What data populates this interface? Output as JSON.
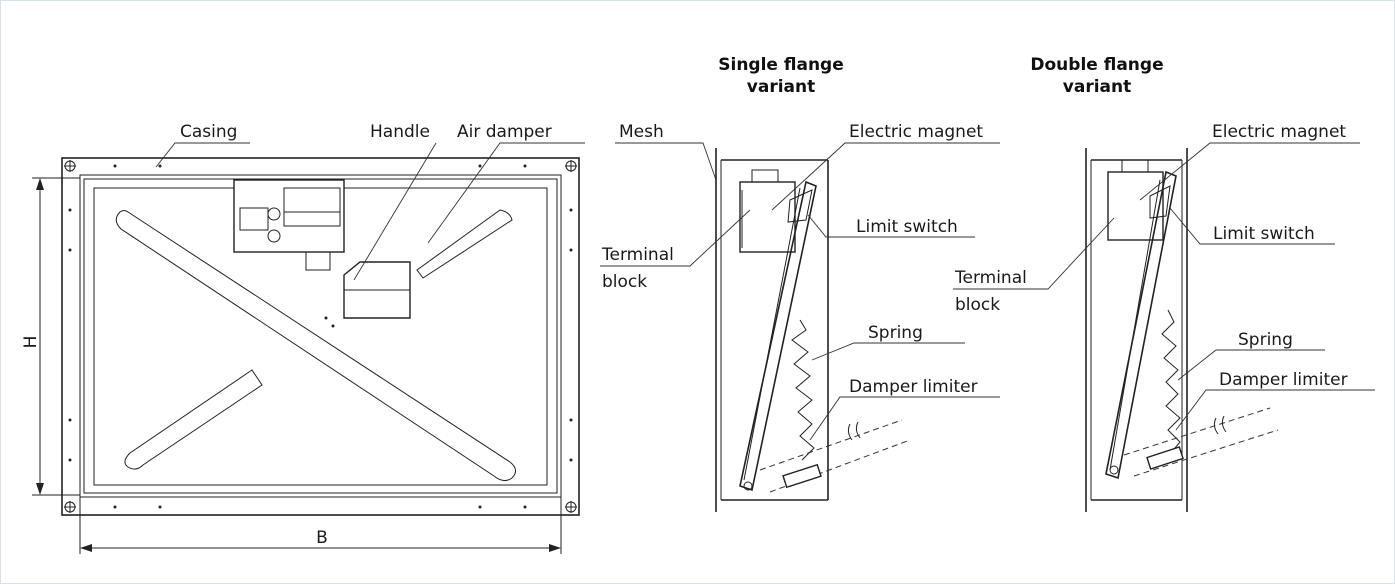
{
  "front_view": {
    "labels": {
      "casing": "Casing",
      "handle": "Handle",
      "air_damper": "Air damper"
    },
    "dimensions": {
      "height": "H",
      "width": "B"
    }
  },
  "single_flange": {
    "title_line1": "Single flange",
    "title_line2": "variant",
    "labels": {
      "mesh": "Mesh",
      "electric_magnet": "Electric magnet",
      "limit_switch": "Limit switch",
      "terminal_block_1": "Terminal",
      "terminal_block_2": "block",
      "spring": "Spring",
      "damper_limiter": "Damper limiter"
    }
  },
  "double_flange": {
    "title_line1": "Double flange",
    "title_line2": "variant",
    "labels": {
      "electric_magnet": "Electric magnet",
      "limit_switch": "Limit switch",
      "terminal_block_1": "Terminal",
      "terminal_block_2": "block",
      "spring": "Spring",
      "damper_limiter": "Damper limiter"
    }
  },
  "colors": {
    "line": "#222222",
    "frame_border": "#d8e1e6",
    "background": "#ffffff"
  }
}
